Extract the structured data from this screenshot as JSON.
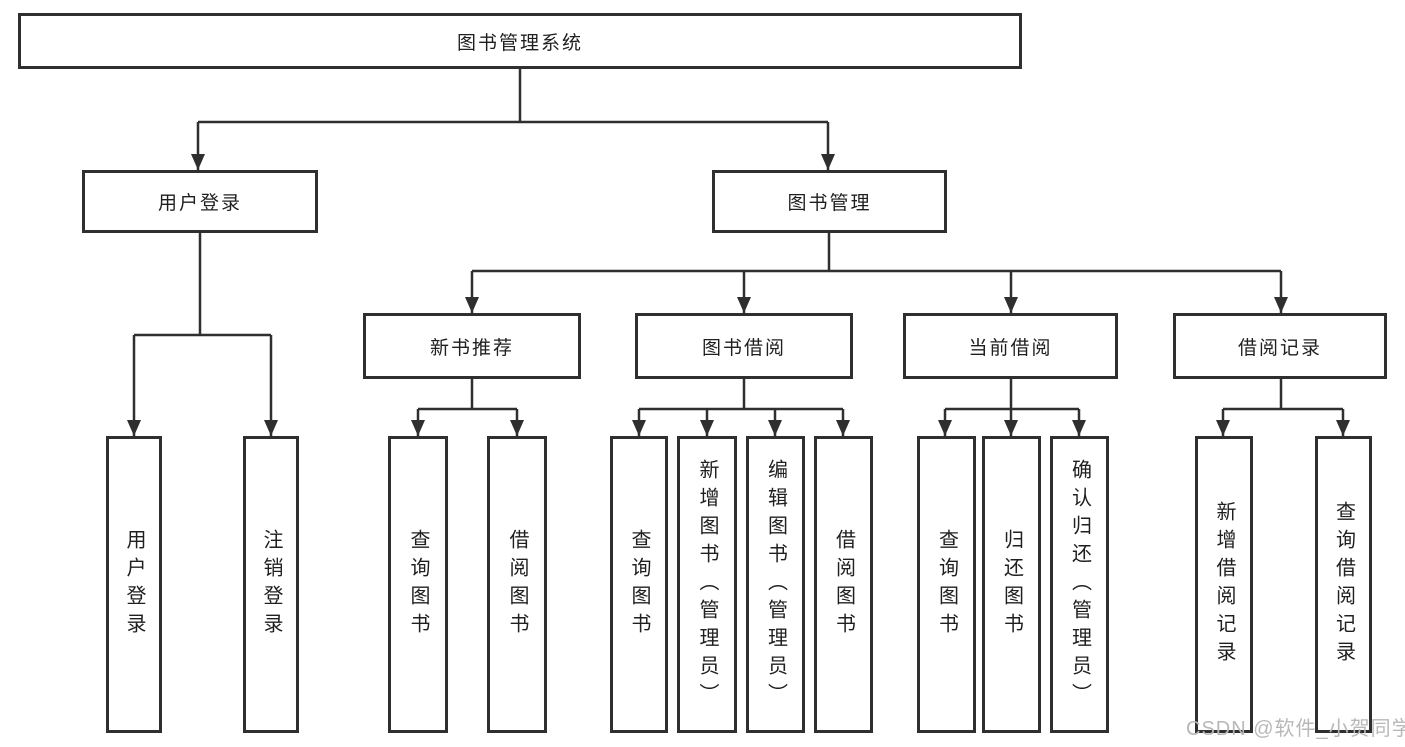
{
  "diagram": {
    "title": "图书管理系统",
    "branches": [
      {
        "label": "用户登录",
        "children": [
          "用户登录",
          "注销登录"
        ]
      },
      {
        "label": "图书管理",
        "groups": [
          {
            "label": "新书推荐",
            "children": [
              "查询图书",
              "借阅图书"
            ]
          },
          {
            "label": "图书借阅",
            "children": [
              "查询图书",
              "新增图书（管理员）",
              "编辑图书（管理员）",
              "借阅图书"
            ]
          },
          {
            "label": "当前借阅",
            "children": [
              "查询图书",
              "归还图书",
              "确认归还（管理员）"
            ]
          },
          {
            "label": "借阅记录",
            "children": [
              "新增借阅记录",
              "查询借阅记录"
            ]
          }
        ]
      }
    ]
  },
  "colors": {
    "line": "#2f2f2f",
    "text": "#1f1f1f",
    "watermark_text": "#b8b8b8"
  },
  "watermark": "CSDN @软件_小贺同学"
}
